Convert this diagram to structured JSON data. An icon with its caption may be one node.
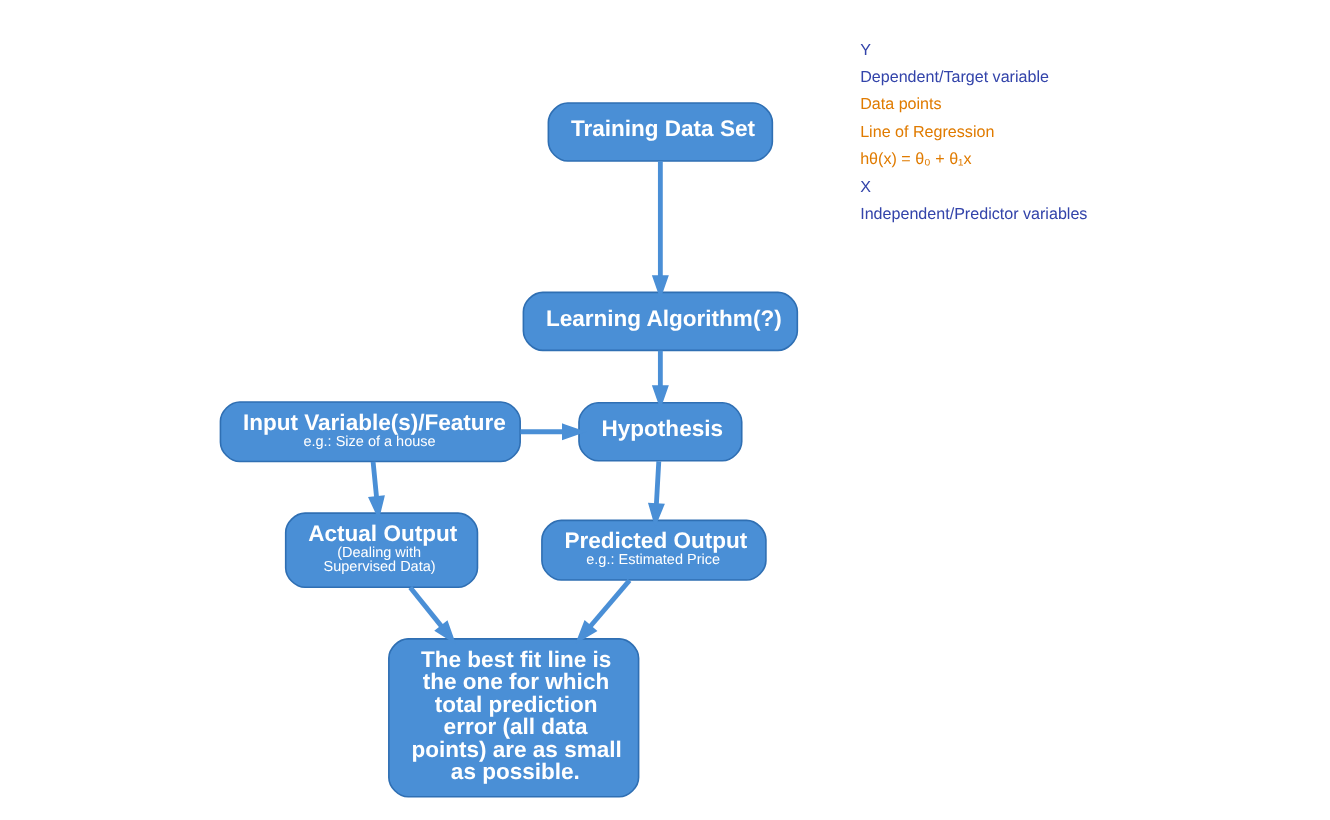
{
  "diagram": {
    "nodes": [
      {
        "text": [
          "Training Data Set"
        ]
      },
      {
        "text": [
          "Learning Algorithm(?)"
        ]
      },
      {
        "text": [
          "Input Variable(s)/Feature",
          "e.g.: Size of a house"
        ]
      },
      {
        "text": [
          "Hypothesis"
        ]
      },
      {
        "text": [
          "Predicted Output",
          "e.g.: Estimated Price"
        ]
      },
      {
        "text": [
          "Actual Output",
          "(Dealing with Supervised Data)"
        ]
      },
      {
        "text": [
          "The best fit line is the one for which total prediction error (all data points) are as small as possible."
        ]
      }
    ],
    "edges": [
      {
        "from": 0,
        "to": 1,
        "arrow": "to"
      },
      {
        "from": 1,
        "to": 3,
        "arrow": "to"
      },
      {
        "from": 2,
        "to": 3,
        "arrow": "to"
      },
      {
        "from": 3,
        "to": 4,
        "arrow": "to"
      },
      {
        "from": 2,
        "to": 5,
        "arrow": "to"
      },
      {
        "from": 4,
        "to": 6,
        "arrow": "to"
      },
      {
        "from": 5,
        "to": 6,
        "arrow": "to"
      }
    ],
    "labels": [
      "Y",
      "Dependent/Target variable",
      "Data points",
      "Line of Regression",
      "hθ(x) = θ₀ + θ₁x",
      "X",
      "Independent/Predictor variables"
    ]
  }
}
